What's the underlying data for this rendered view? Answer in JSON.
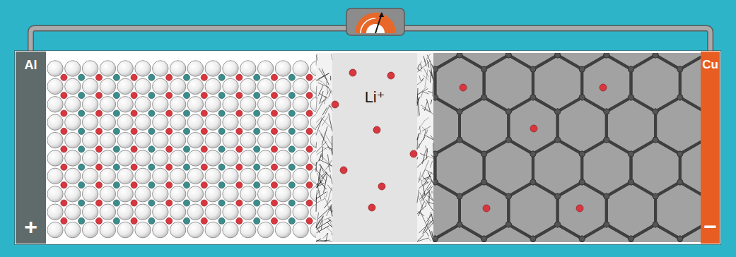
{
  "diagram": {
    "nodes": [
      {
        "text": [
          "Al",
          "+"
        ]
      },
      {
        "text": [
          "Li⁺"
        ]
      },
      {
        "text": [
          "Cu",
          "−"
        ]
      }
    ],
    "edges": [
      {
        "from": 0,
        "to": 2,
        "arrow": "none"
      }
    ]
  }
}
